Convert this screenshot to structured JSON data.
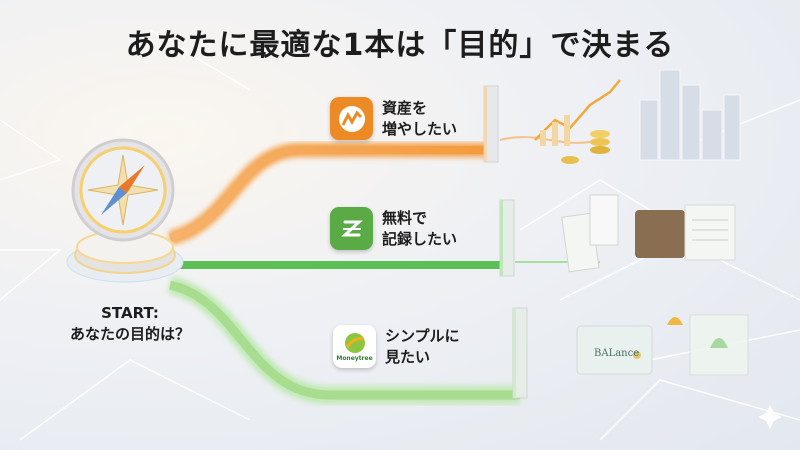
{
  "title": "あなたに最適な1本は「目的」で決まる",
  "start": {
    "line1": "START:",
    "line2": "あなたの目的は？"
  },
  "options": [
    {
      "line1": "資産を",
      "line2": "増やしたい",
      "icon": "money-forward-app-icon",
      "color": "#ec8a25"
    },
    {
      "line1": "無料で",
      "line2": "記録したい",
      "icon": "zaim-app-icon",
      "color": "#5aaa46"
    },
    {
      "line1": "シンプルに",
      "line2": "見たい",
      "icon": "moneytree-app-icon",
      "color": "#ffffff",
      "icon_text": "Moneytree"
    }
  ],
  "wallet_text": "BALance"
}
